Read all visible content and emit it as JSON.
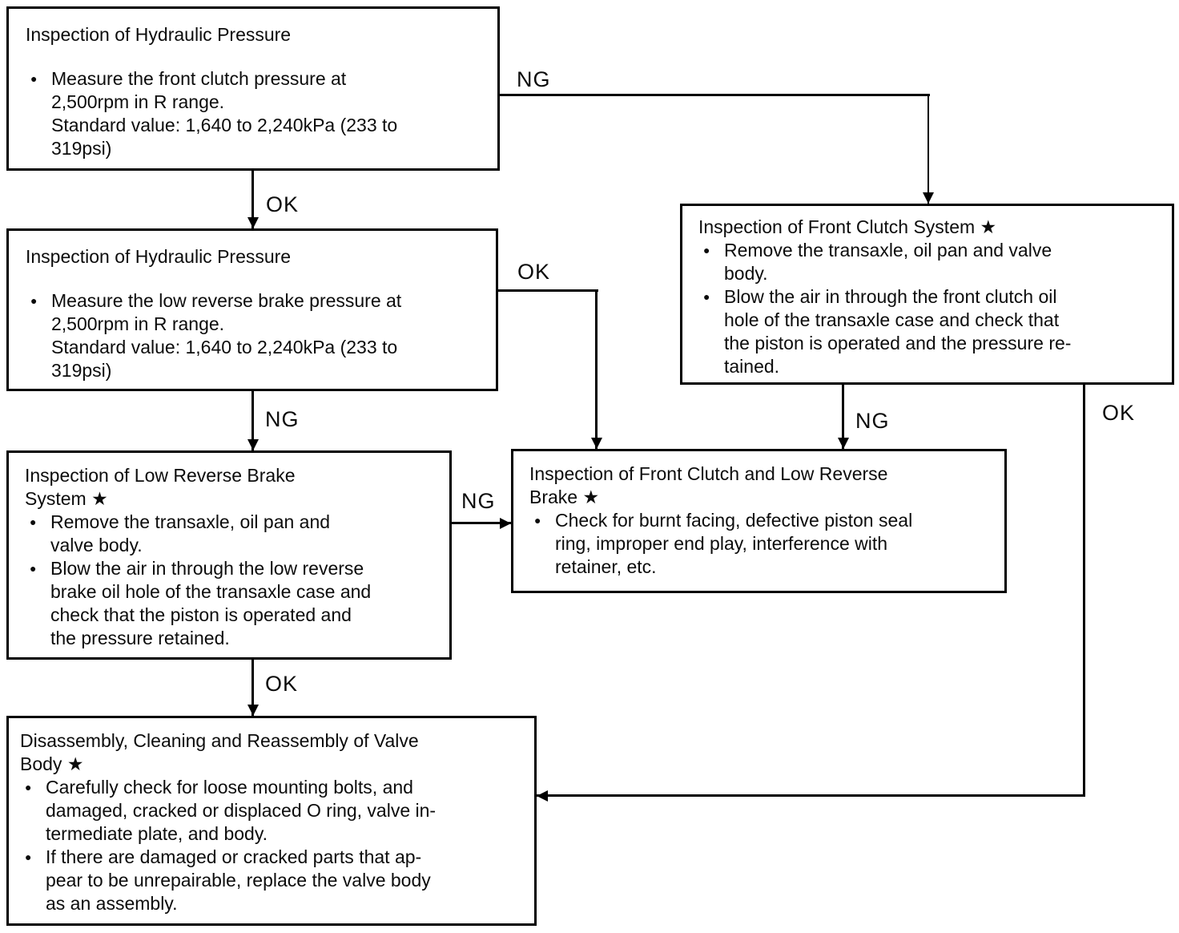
{
  "glyphs": {
    "bullet": "●"
  },
  "colors": {
    "background": "#ffffff",
    "line": "#000000",
    "text": "#0c0c0c"
  },
  "boxes": [
    {
      "id": "box1",
      "name": "inspection-hydraulic-pressure-front-clutch",
      "title": "Inspection of Hydraulic Pressure",
      "bullets": [
        "Measure the front clutch pressure at\n2,500rpm in R range.\nStandard value: 1,640 to 2,240kPa (233 to\n319psi)"
      ]
    },
    {
      "id": "box2",
      "name": "inspection-hydraulic-pressure-low-reverse-brake",
      "title": "Inspection of Hydraulic Pressure",
      "bullets": [
        "Measure the low reverse brake pressure at\n2,500rpm in R range.\nStandard value: 1,640 to 2,240kPa (233 to\n319psi)"
      ]
    },
    {
      "id": "box3",
      "name": "inspection-low-reverse-brake-system",
      "title": "Inspection of Low Reverse Brake\nSystem ★",
      "bullets": [
        "Remove the transaxle, oil pan and\nvalve body.",
        "Blow the air in through the low reverse\nbrake oil hole of the transaxle case and\ncheck that the piston is operated and\nthe pressure retained."
      ]
    },
    {
      "id": "box4",
      "name": "inspection-front-clutch-system",
      "title": "Inspection of Front Clutch System ★",
      "bullets": [
        "Remove the transaxle, oil pan and valve\nbody.",
        "Blow the air in through the front clutch oil\nhole of the transaxle case and check that\nthe piston is operated and the pressure re-\ntained."
      ]
    },
    {
      "id": "box5",
      "name": "inspection-front-clutch-and-low-reverse-brake",
      "title": "Inspection of Front Clutch and Low Reverse\nBrake ★",
      "bullets": [
        "Check for burnt facing, defective piston seal\nring, improper end play, interference with\nretainer, etc."
      ]
    },
    {
      "id": "box6",
      "name": "disassembly-cleaning-reassembly-valve-body",
      "title": "Disassembly, Cleaning and Reassembly of Valve\nBody ★",
      "bullets": [
        "Carefully check for loose mounting bolts, and\ndamaged, cracked or displaced O ring, valve in-\ntermediate plate, and body.",
        "If there are damaged or cracked parts that ap-\npear to be unrepairable, replace the valve body\nas an assembly."
      ]
    }
  ],
  "edge_labels": [
    {
      "text": "OK",
      "from": "box1",
      "to": "box2"
    },
    {
      "text": "NG",
      "from": "box1",
      "to": "box4"
    },
    {
      "text": "NG",
      "from": "box2",
      "to": "box3"
    },
    {
      "text": "OK",
      "from": "box2",
      "to": "box5"
    },
    {
      "text": "NG",
      "from": "box3",
      "to": "box5"
    },
    {
      "text": "NG",
      "from": "box4",
      "to": "box5"
    },
    {
      "text": "OK",
      "from": "box3",
      "to": "box6"
    },
    {
      "text": "OK",
      "from": "box4",
      "to": "box6"
    }
  ]
}
